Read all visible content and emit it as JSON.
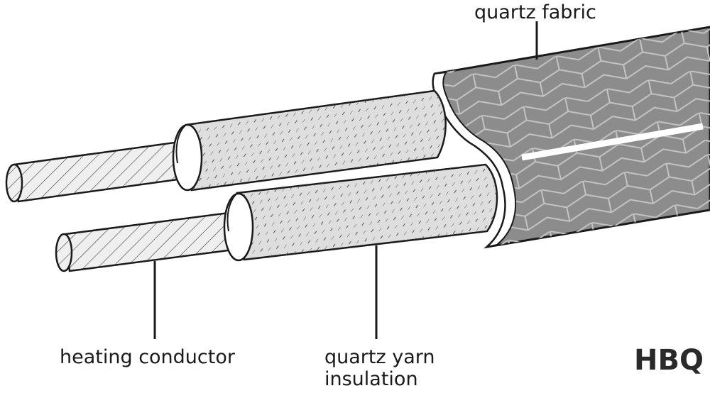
{
  "labels": {
    "quartz_fabric": "quartz fabric",
    "heating_conductor": "heating conductor",
    "quartz_yarn_line1": "quartz yarn",
    "quartz_yarn_line2": "insulation",
    "product_code": "HBQ"
  },
  "colors": {
    "outline": "#1a1a1a",
    "fabric_fill": "#8c8c8c",
    "weave_line": "#c4c4c4",
    "insulation_fill": "#dedede",
    "conductor_fill": "#efefef",
    "stripe": "#ffffff"
  }
}
